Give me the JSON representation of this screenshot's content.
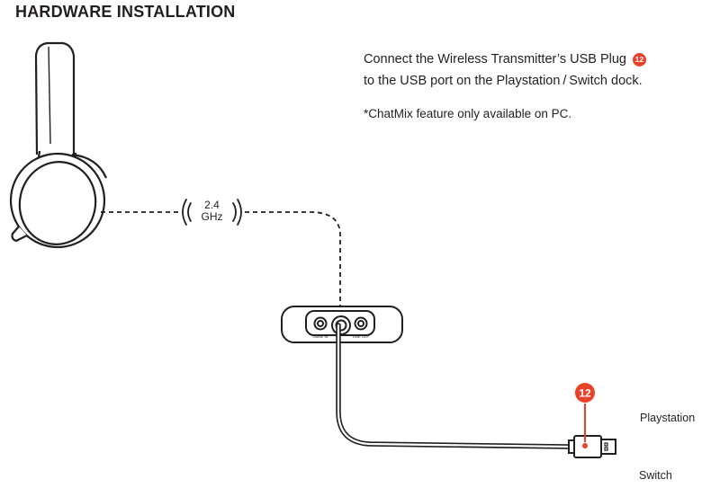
{
  "header": {
    "title": "HARDWARE INSTALLATION"
  },
  "instructions": {
    "line1": "Connect the Wireless Transmitter’s USB Plug",
    "line2": "to the USB port on the Playstation / Switch dock.",
    "badge": "12"
  },
  "note": "*ChatMix feature only available on PC.",
  "wireless": {
    "line1": "2.4",
    "line2": "GHz"
  },
  "transmitter": {
    "port_left": "GAME IN",
    "port_right": "LINE OUT"
  },
  "callout": {
    "number": "12"
  },
  "devices": {
    "playstation": "Playstation",
    "switch": "Switch"
  },
  "colors": {
    "text": "#231f20",
    "accent": "#e8432a",
    "line": "#231f20"
  }
}
